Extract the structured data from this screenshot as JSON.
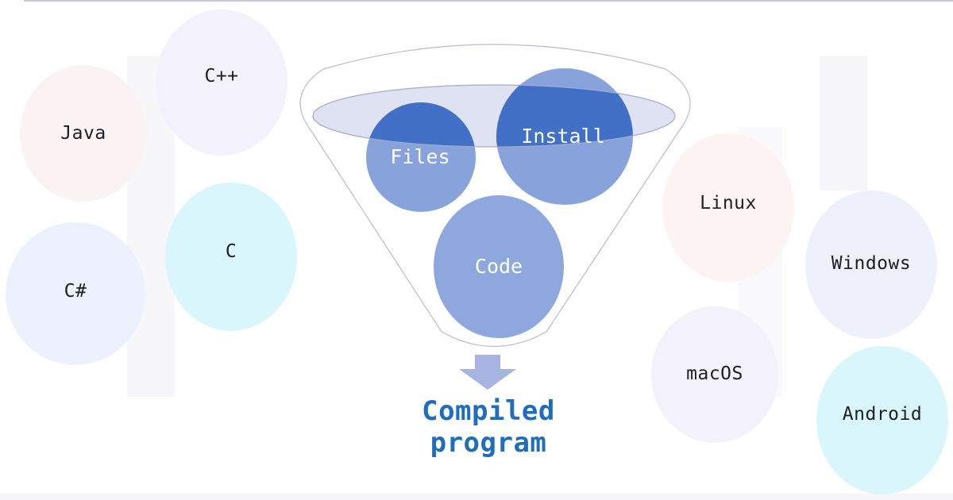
{
  "languages": [
    {
      "label": "Java",
      "color": "#fbf2f3"
    },
    {
      "label": "C++",
      "color": "#f3f2fc"
    },
    {
      "label": "C#",
      "color": "#edf1fd"
    },
    {
      "label": "C",
      "color": "#d8f6fb"
    }
  ],
  "funnel": {
    "rim_color": "#dfe2f2",
    "items": [
      {
        "label": "Files",
        "color_upper": "#4270c6",
        "color_lower": "#88a3dc"
      },
      {
        "label": "Install",
        "color_upper": "#4270c6",
        "color_lower": "#88a3dc"
      },
      {
        "label": "Code",
        "color_upper": "#8ea8de",
        "color_lower": "#8ea8de"
      }
    ]
  },
  "result": {
    "line1": "Compiled",
    "line2": "program",
    "arrow_color": "#a7b4e2",
    "text_color": "#1f6dbd"
  },
  "platforms": [
    {
      "label": "Linux",
      "color": "#fcf3f2"
    },
    {
      "label": "Windows",
      "color": "#eef0fc"
    },
    {
      "label": "macOS",
      "color": "#f3f2fc"
    },
    {
      "label": "Android",
      "color": "#d8f6fb"
    }
  ]
}
